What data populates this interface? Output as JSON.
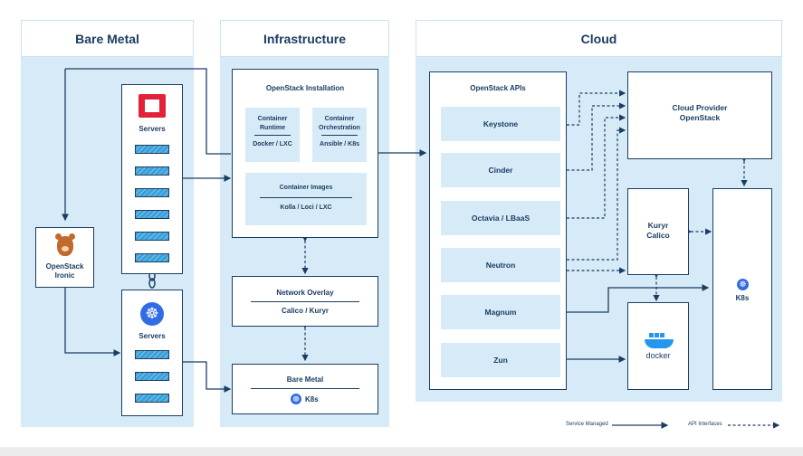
{
  "columns": {
    "bare_metal": "Bare Metal",
    "infrastructure": "Infrastructure",
    "cloud": "Cloud"
  },
  "bare_metal": {
    "servers_top_label": "Servers",
    "servers_bottom_label": "Servers",
    "ironic_label": "OpenStack\nIronic"
  },
  "infrastructure": {
    "installation_title": "OpenStack Installation",
    "container_runtime": "Container\nRuntime",
    "container_runtime_value": "Docker / LXC",
    "container_orchestration": "Container\nOrchestration",
    "container_orchestration_value": "Ansible / K8s",
    "container_images": "Container Images",
    "container_images_value": "Kolla / Loci / LXC",
    "network_overlay_title": "Network Overlay",
    "network_overlay_value": "Calico / Kuryr",
    "bare_metal_title": "Bare Metal",
    "bare_metal_value": "K8s"
  },
  "cloud": {
    "apis_title": "OpenStack APIs",
    "services": [
      "Keystone",
      "Cinder",
      "Octavia / LBaaS",
      "Neutron",
      "Magnum",
      "Zun"
    ],
    "cloud_provider": "Cloud Provider\nOpenStack",
    "kuryr": "Kuryr\nCalico",
    "k8s": "K8s",
    "docker": "docker"
  },
  "legend": {
    "service_managed": "Service Managed",
    "api_interfaces": "API Interfaces"
  },
  "colors": {
    "panel": "#d6ebf7",
    "dark": "#1b3d63",
    "accent": "#3aa0d9",
    "openstack_red": "#e2213b"
  }
}
